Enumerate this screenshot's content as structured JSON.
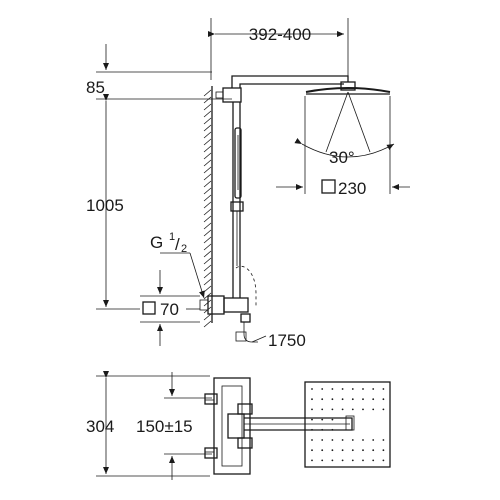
{
  "labels": {
    "width_range": "392-400",
    "top_offset": "85",
    "height": "1005",
    "thread_prefix": "G ",
    "thread_num": "1",
    "thread_den": "2",
    "thermostat_size": "70",
    "hose_length": "1750",
    "spray_angle": "30°",
    "head_size": "230",
    "bottom_height": "304",
    "center_distance": "150±15"
  },
  "icons": {
    "square_symbol": "square-outline"
  }
}
